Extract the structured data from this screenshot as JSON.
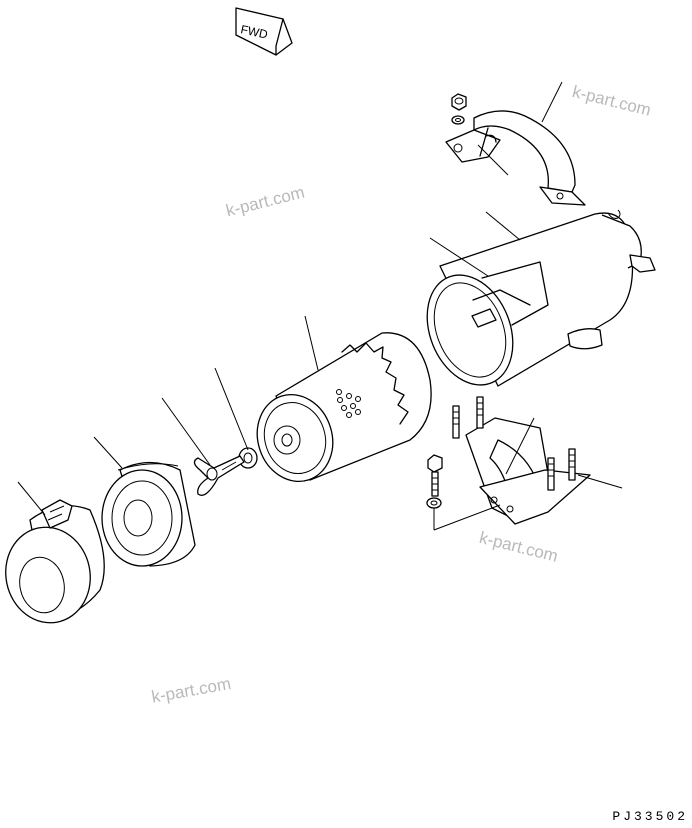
{
  "fwd_label": "FWD",
  "drawing_code": "PJ33502",
  "watermarks": [
    "k-part.com",
    "k-part.com",
    "k-part.com",
    "k-part.com"
  ]
}
